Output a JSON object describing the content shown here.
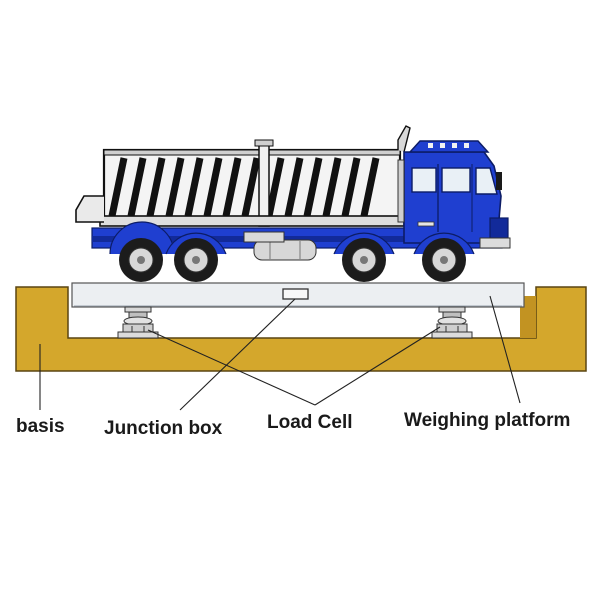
{
  "labels": {
    "basis": "basis",
    "junction_box": "Junction box",
    "load_cell": "Load Cell",
    "weighing_platform": "Weighing platform"
  },
  "colors": {
    "foundation": "#d4a72c",
    "foundation_edge": "#5a4512",
    "platform": "#eceff2",
    "truck_blue": "#1f3fd0",
    "truck_dark_blue": "#122a9a",
    "tire": "#1c1c1c",
    "rim": "#d8d8d8",
    "cargo_bar": "#111111",
    "cargo_light": "#f4f4f4",
    "steel": "#c9c9c9",
    "leader": "#222222"
  },
  "icons": [
    "truck-icon",
    "load-cell-icon",
    "junction-box-icon"
  ]
}
